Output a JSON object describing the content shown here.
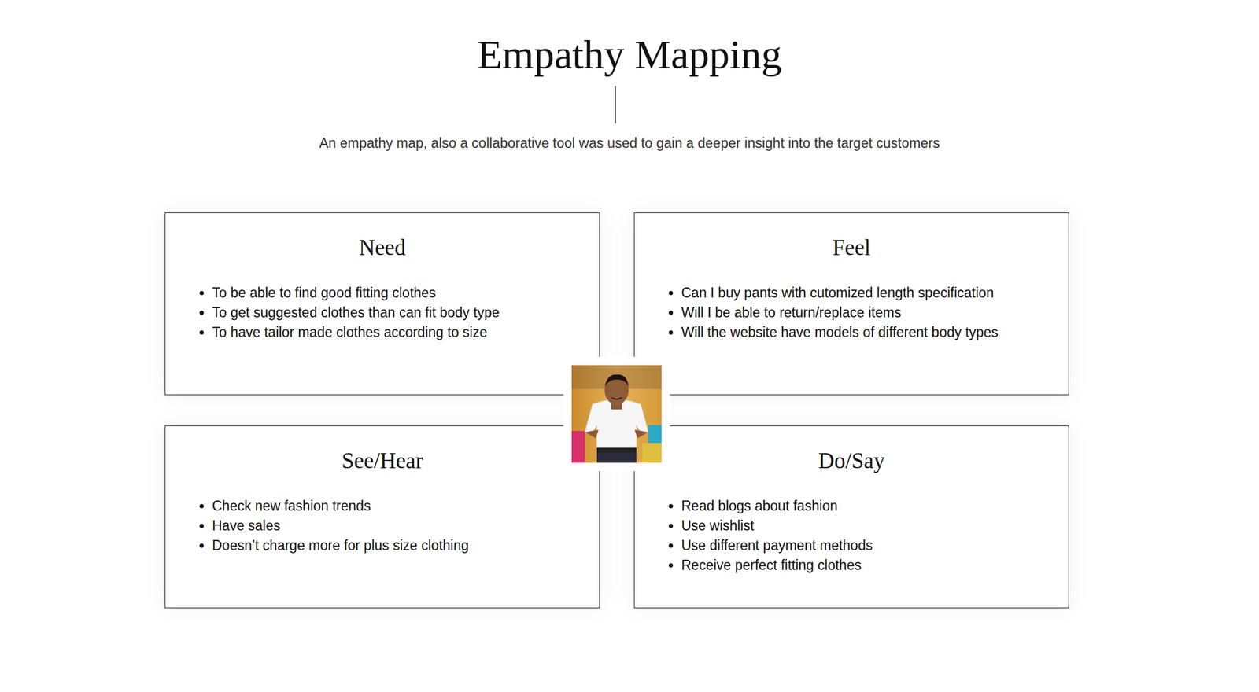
{
  "diagram": {
    "title": "Empathy Mapping",
    "caption": "An empathy map, also a collaborative tool was used to gain a deeper insight into the target customers",
    "nodes": [
      {
        "text": [
          "Need",
          "To be able to find good fitting clothes",
          "To get suggested clothes than can fit body type",
          "To have tailor made clothes according to size"
        ]
      },
      {
        "text": [
          "Feel",
          "Can I buy pants with cutomized length specification",
          "Will I be able to return/replace items",
          "Will the website have models of different body types"
        ]
      },
      {
        "text": [
          "See/Hear",
          "Check new fashion trends",
          "Have sales",
          "Doesn’t charge more for plus size clothing"
        ]
      },
      {
        "text": [
          "Do/Say",
          "Read blogs about fashion",
          "Use wishlist",
          "Use different payment methods",
          "Receive perfect fitting clothes"
        ]
      }
    ]
  }
}
